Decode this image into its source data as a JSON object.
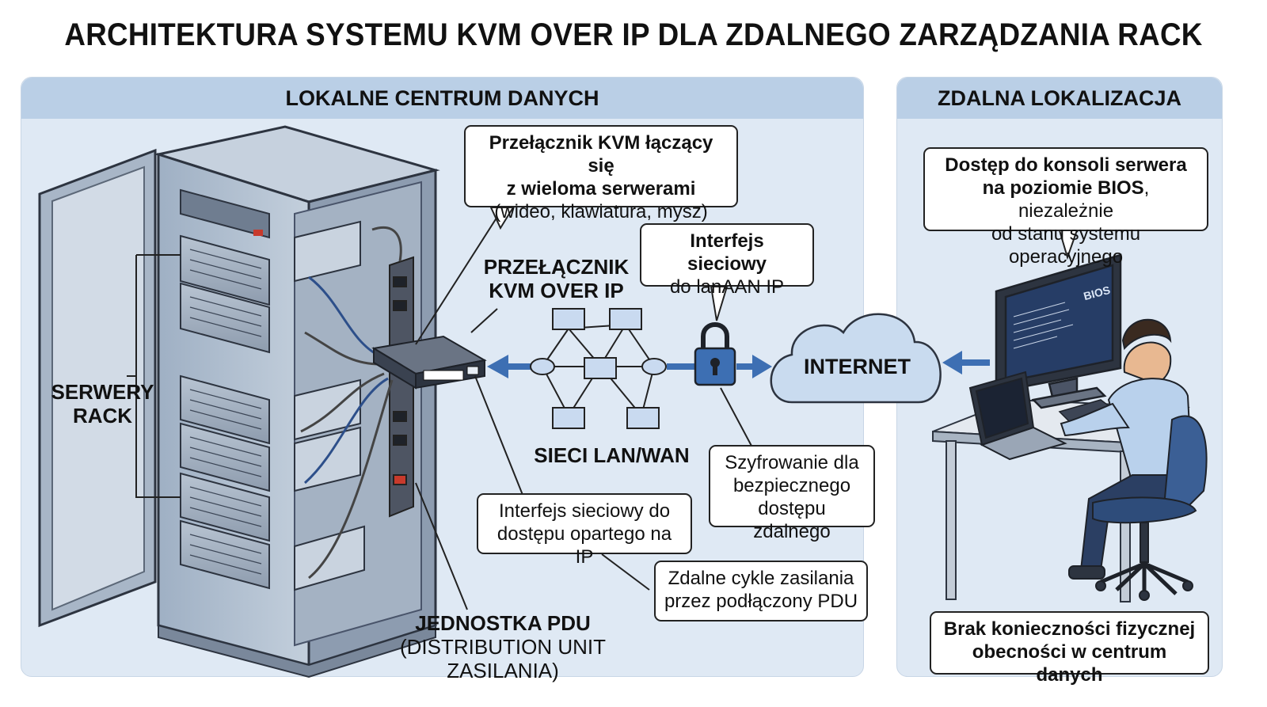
{
  "title": "ARCHITEKTURA SYSTEMU KVM OVER IP DLA ZDALNEGO ZARZĄDZANIA RACK",
  "panels": {
    "local": "LOKALNE CENTRUM DANYCH",
    "remote": "ZDALNA LOKALIZACJA"
  },
  "labels": {
    "servers_line1": "SERWERY",
    "servers_line2": "RACK",
    "kvm_switch_line1": "PRZEŁĄCZNIK",
    "kvm_switch_line2": "KVM OVER IP",
    "network": "SIECI LAN/WAN",
    "internet": "INTERNET",
    "pdu_line1": "JEDNOSTKA PDU",
    "pdu_line2": "(DISTRIBUTION UNIT ZASILANIA)",
    "bios_screen": "BIOS"
  },
  "callouts": {
    "kvm_multi": {
      "line1": "Przełącznik KVM łączący się",
      "line2": "z wieloma serwerami",
      "line3": "(wideo, klawiatura, mysz)"
    },
    "net_iface": {
      "line1": "Interfejs sieciowy",
      "line2": "do lanAAN IP"
    },
    "encryption": {
      "line1": "Szyfrowanie dla",
      "line2": "bezpiecznego",
      "line3": "dostępu zdalnego"
    },
    "ip_access": {
      "line1": "Interfejs sieciowy do",
      "line2": "dostępu opartego na IP"
    },
    "power_cycle": {
      "line1": "Zdalne cykle zasilania",
      "line2": "przez podłączony PDU"
    },
    "bios_access": {
      "line1": "Dostęp do konsoli serwera",
      "line2_bold": "na poziomie BIOS",
      "line2_rest": ", niezależnie",
      "line3": "od stanu systemu operacyjnego"
    },
    "no_presence": {
      "line1": "Brak konieczności fizycznej",
      "line2": "obecności w centrum danych"
    }
  },
  "colors": {
    "panel_bg": "#dfe9f4",
    "panel_header": "#bacfe6",
    "accent_blue": "#3d6fb3",
    "cloud": "#c9dbef"
  }
}
